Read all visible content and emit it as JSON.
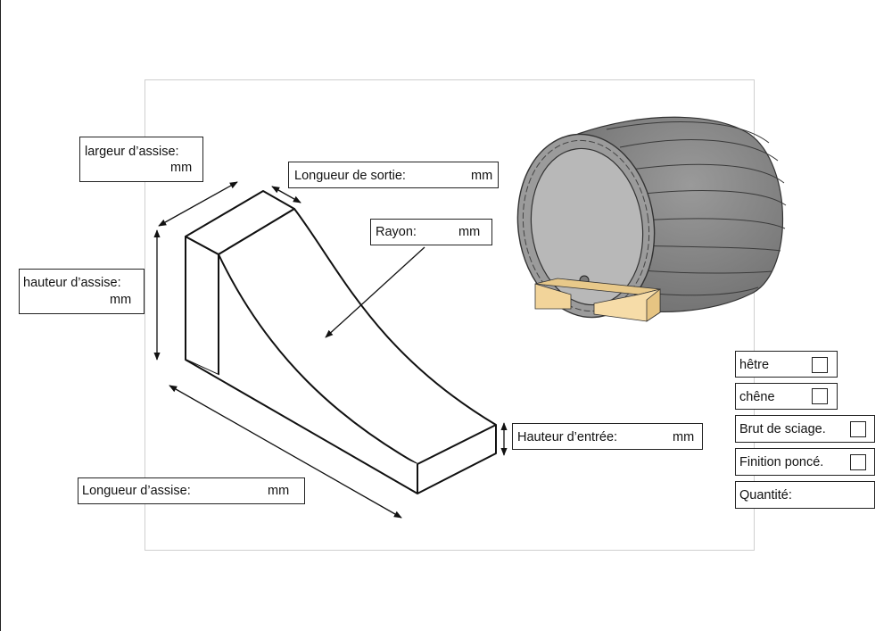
{
  "labels": {
    "largeur_assise": {
      "text": "largeur d’assise:",
      "unit": "mm"
    },
    "longueur_sortie": {
      "text": "Longueur de sortie:",
      "unit": "mm"
    },
    "rayon": {
      "text": "Rayon:",
      "unit": "mm"
    },
    "hauteur_assise": {
      "text": "hauteur d’assise:",
      "unit": "mm"
    },
    "hauteur_entree": {
      "text": "Hauteur d’entrée:",
      "unit": "mm"
    },
    "longueur_assise": {
      "text": "Longueur d’assise:",
      "unit": "mm"
    }
  },
  "options": {
    "hetre": "hêtre",
    "chene": "chêne",
    "brut": "Brut de sciage.",
    "finition": "Finition poncé.",
    "quantite": "Quantité:"
  },
  "colors": {
    "barrel_stave": "#8a8a8a",
    "barrel_head": "#b8b8b8",
    "cradle_wood": "#f2d49a"
  }
}
